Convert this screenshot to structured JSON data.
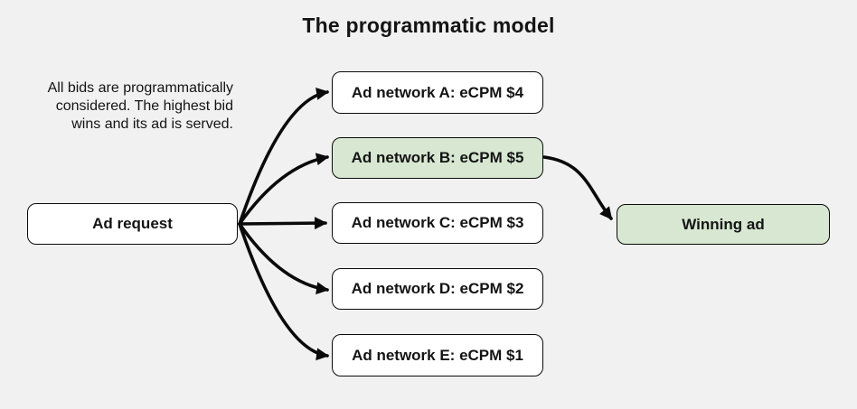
{
  "title": "The programmatic model",
  "description": {
    "text": "All bids are programmatically considered. The highest bid wins and its ad is served.",
    "lines": [
      "All bids are programmatically",
      "considered. The highest bid",
      "wins and its ad is served."
    ]
  },
  "nodes": {
    "ad_request": {
      "label": "Ad request"
    },
    "networks": [
      {
        "id": "A",
        "label": "Ad network A: eCPM $4",
        "ecpm": "$4",
        "highlighted": false
      },
      {
        "id": "B",
        "label": "Ad network B: eCPM $5",
        "ecpm": "$5",
        "highlighted": true
      },
      {
        "id": "C",
        "label": "Ad network C: eCPM $3",
        "ecpm": "$3",
        "highlighted": false
      },
      {
        "id": "D",
        "label": "Ad network D: eCPM $2",
        "ecpm": "$2",
        "highlighted": false
      },
      {
        "id": "E",
        "label": "Ad network E: eCPM $1",
        "ecpm": "$1",
        "highlighted": false
      }
    ],
    "winning_ad": {
      "label": "Winning ad",
      "highlighted": true
    }
  },
  "colors": {
    "background": "#f1f1f1",
    "box_fill": "#ffffff",
    "highlight_fill": "#d7e7d1",
    "box_border": "#0a0a0a",
    "arrow": "#0a0a0a",
    "text": "#141414"
  }
}
